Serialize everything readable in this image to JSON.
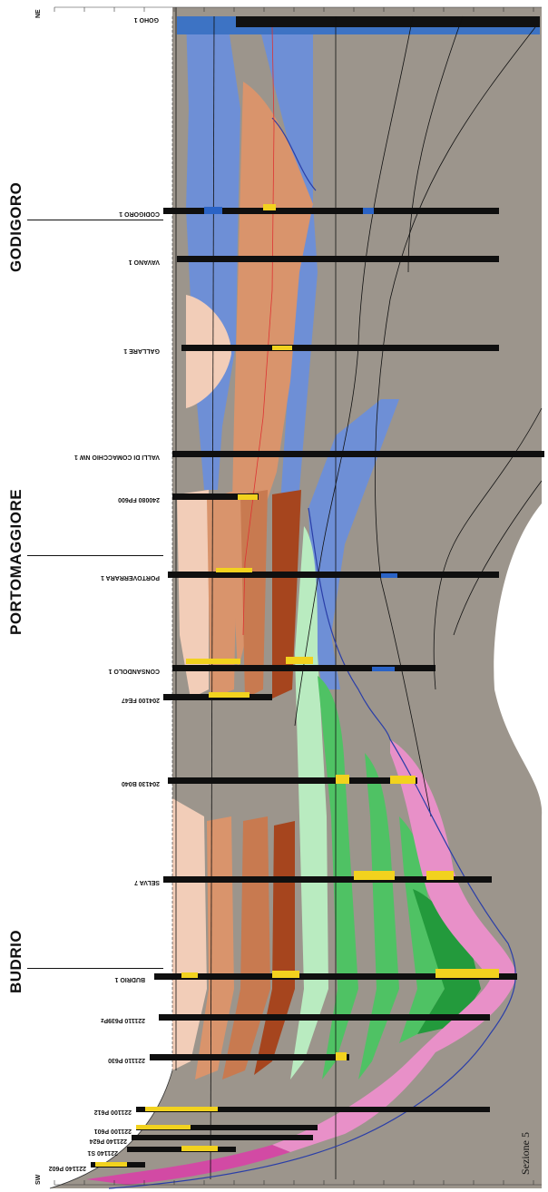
{
  "orientation": {
    "ne": "NE",
    "sw": "SW"
  },
  "section_title": "Sezione 5",
  "locations": [
    {
      "name": "GODIGORO"
    },
    {
      "name": "PORTOMAGGIORE"
    },
    {
      "name": "BUDRIO"
    }
  ],
  "wells": [
    {
      "name": "GOHO 1"
    },
    {
      "name": "CODIGORO 1"
    },
    {
      "name": "VAVANO 1"
    },
    {
      "name": "GALLARE 1"
    },
    {
      "name": "VALLI DI COMACCHIO NW 1"
    },
    {
      "name": "240080 FP600"
    },
    {
      "name": "PORTOVERRARA 1"
    },
    {
      "name": "CONSANDOLO 1"
    },
    {
      "name": "204100 FE47"
    },
    {
      "name": "204130 B040"
    },
    {
      "name": "SELVA 7"
    },
    {
      "name": "BUDRIO 1"
    },
    {
      "name": "221110 P639Pz"
    },
    {
      "name": "221110 P630"
    },
    {
      "name": "221100 P612"
    },
    {
      "name": "221100 P601"
    },
    {
      "name": "221140 P624"
    },
    {
      "name": "221140 S1"
    },
    {
      "name": "221140 P602"
    }
  ],
  "colors": {
    "background": "#9c958c",
    "blue": "#6e8fd6",
    "blue_dark": "#2f5fb8",
    "peach_light": "#f2cdb8",
    "orange": "#d9946c",
    "orange_mid": "#c87a50",
    "brown": "#a6451e",
    "green_pale": "#b9ebc0",
    "green": "#4fc264",
    "green_dark": "#239a3c",
    "pink": "#e890c8",
    "magenta": "#d24aa4",
    "log_black": "#0f0f0f",
    "log_yellow": "#f2d21e",
    "watermark": "#e03c3c"
  }
}
